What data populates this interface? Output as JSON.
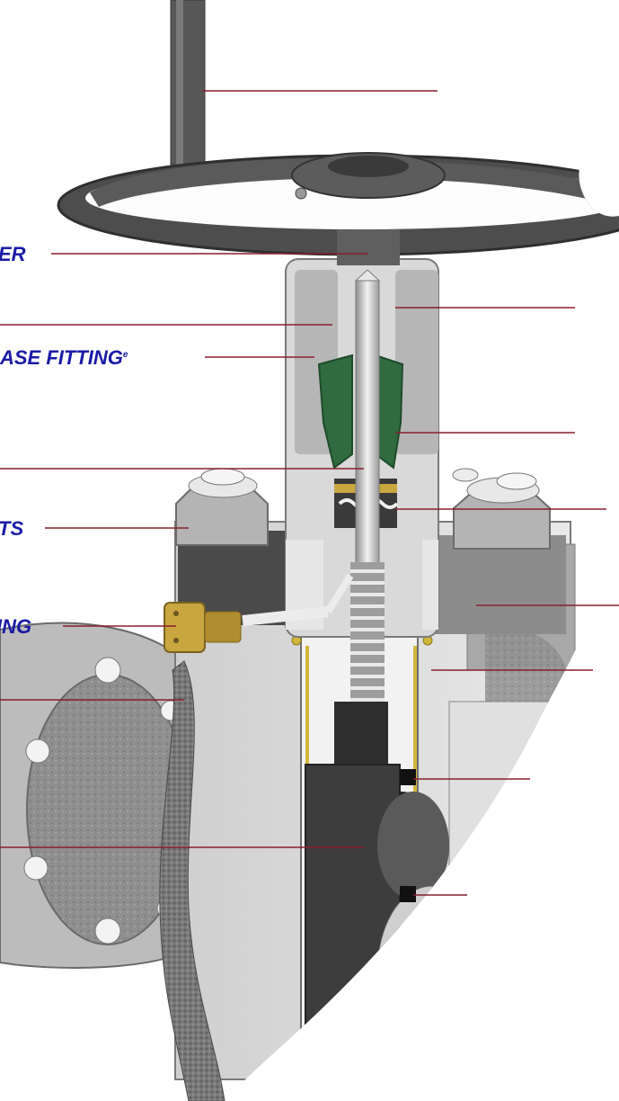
{
  "diagram": {
    "colors": {
      "label_text": "#1a1aa6",
      "leader_line": "#8a1f2b",
      "metal_light": "#d4d4d4",
      "metal_mid": "#a9a9a9",
      "metal_dark": "#3f3f3f",
      "packing_green": "#2f6b3f",
      "brass": "#c9a640"
    },
    "labels": {
      "handwheel_adapter": "ER",
      "bonnet_retainer": "ASE FITTING",
      "bonnet_retainer_mark": "e",
      "bonnet_bolts": "TS",
      "lubrication_fitting": "ING"
    }
  }
}
